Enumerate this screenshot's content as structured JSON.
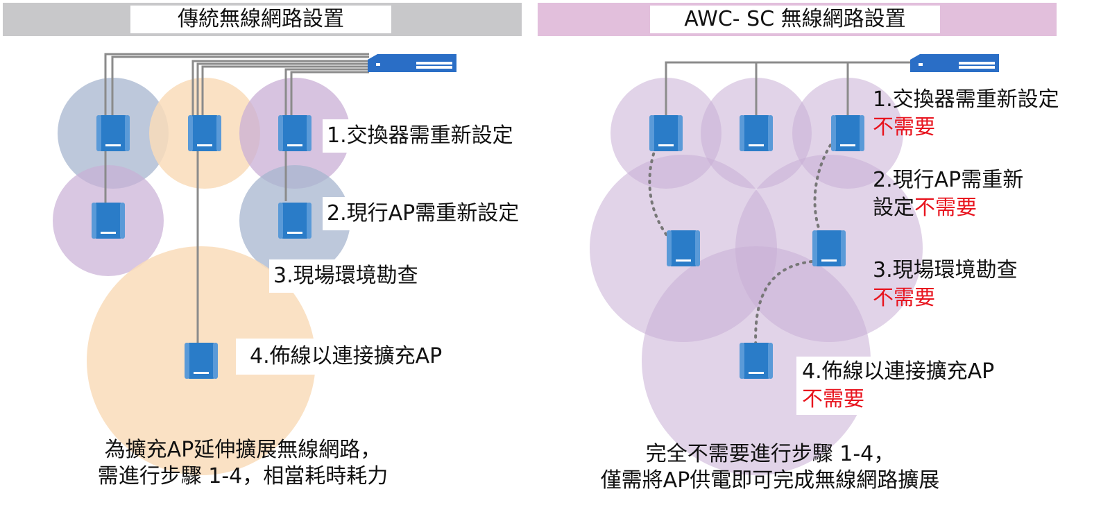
{
  "left_panel": {
    "title": "傳統無線網路設置",
    "bar_color": "#c8c8ca",
    "steps": {
      "s1": "1.交換器需重新設定",
      "s2": "2.現行AP需重新設定",
      "s3": "3.現場環境勘查",
      "s4": "4.佈線以連接擴充AP"
    },
    "caption": [
      "為擴充AP延伸擴展無線網路，",
      "需進行步驟 1-4，相當耗時耗力"
    ]
  },
  "right_panel": {
    "title": "AWC- SC 無線網路設置",
    "bar_color": "#e2bfdc",
    "steps": {
      "s1": "1.交換器需重新設定",
      "s2a": "2.現行AP需重新",
      "s2b": "設定",
      "s3": "3.現場環境勘查",
      "s4": "4.佈線以連接擴充AP"
    },
    "not_needed": "不需要",
    "caption": [
      "完全不需要進行步驟 1-4，",
      "僅需將AP供電即可完成無線網路擴展"
    ]
  },
  "colors": {
    "ap_blue": "#2a7cc8",
    "switch_blue": "#2a6ec6",
    "coverage_blue": "#a7b6cf",
    "coverage_orange": "#f9dcba",
    "coverage_purple": "#c9afd6",
    "not_needed_red": "#e8141e"
  },
  "icons": [
    "network-switch-icon",
    "access-point-icon"
  ]
}
